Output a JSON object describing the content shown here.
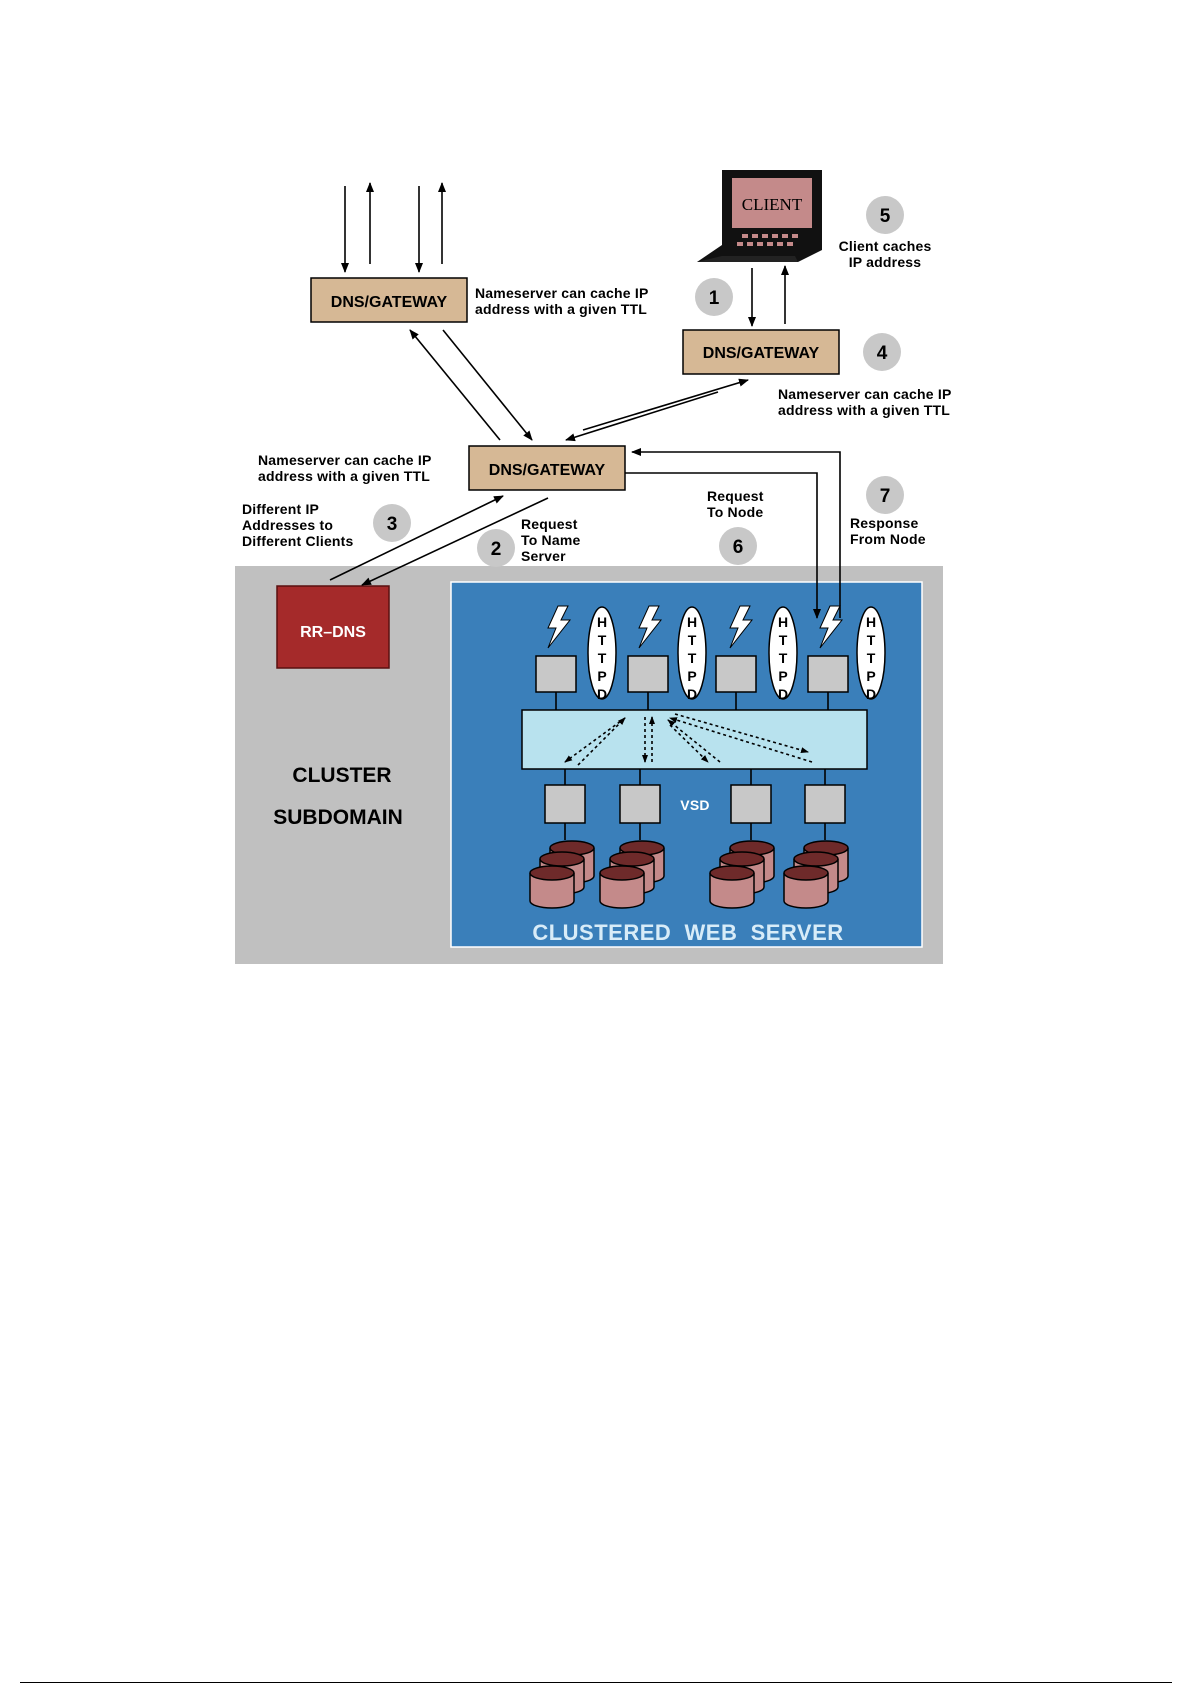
{
  "nodes": {
    "gateway_top_left": "DNS/GATEWAY",
    "gateway_right": "DNS/GATEWAY",
    "gateway_center": "DNS/GATEWAY",
    "client": "CLIENT",
    "rr_dns": "RR–DNS",
    "vsd": "VSD",
    "httpd": [
      "H",
      "T",
      "T",
      "P",
      "D"
    ]
  },
  "annotations": {
    "top_left_cache": [
      "Nameserver can cache IP",
      "address with a given TTL"
    ],
    "right_cache": [
      "Nameserver can cache IP",
      "address with a given TTL"
    ],
    "center_cache": [
      "Nameserver can cache IP",
      "address with a given TTL"
    ],
    "client_caches": [
      "Client  caches",
      "IP  address"
    ],
    "different_ip": [
      "Different IP",
      "Addresses to",
      "Different Clients"
    ],
    "request_name_server": [
      "Request",
      "To Name",
      "Server"
    ],
    "request_node": [
      "Request",
      "To Node"
    ],
    "response_node": [
      "Response",
      "From Node"
    ]
  },
  "steps": [
    "1",
    "2",
    "3",
    "4",
    "5",
    "6",
    "7"
  ],
  "regions": {
    "cluster_subdomain": [
      "CLUSTER",
      "SUBDOMAIN"
    ],
    "clustered_web_server": "CLUSTERED  WEB  SERVER"
  },
  "colors": {
    "gateway_fill": "#d6b895",
    "rr_dns_fill": "#a52a2a",
    "cluster_bg": "#c0c0c0",
    "web_server_bg": "#3a7fba",
    "bus_fill": "#b8e2ee",
    "node_fill": "#c8c8c8",
    "disk_fill": "#c48a8a",
    "circle_fill": "#c8c8c8"
  }
}
